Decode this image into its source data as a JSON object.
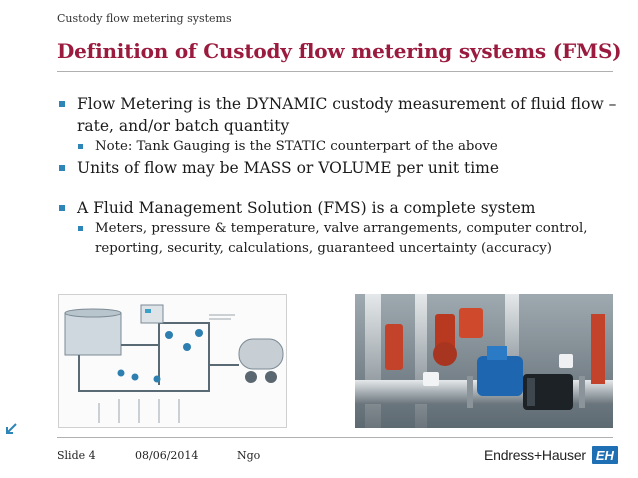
{
  "header": {
    "section_label": "Custody flow metering systems"
  },
  "title": "Definition of Custody flow metering systems (FMS)",
  "bullets": {
    "b1": "Flow Metering is the DYNAMIC custody measurement of fluid flow – rate, and/or batch quantity",
    "b1_sub": "Note: Tank Gauging is the STATIC counterpart of the above",
    "b2": "Units of flow may be MASS or VOLUME per unit time",
    "b3": "A Fluid Management Solution (FMS) is a complete system",
    "b3_sub": "Meters, pressure & temperature, valve arrangements, computer control, reporting, security, calculations, guaranteed uncertainty (accuracy)"
  },
  "footer": {
    "slide": "Slide 4",
    "date": "08/06/2014",
    "author": "Ngo"
  },
  "logo": {
    "text": "Endress+Hauser",
    "mark": "EH"
  },
  "colors": {
    "title": "#9b1b3f",
    "bullet": "#2e86b8",
    "logo": "#1f6fb5"
  },
  "icons": {
    "corner": "arrow-down-left-icon"
  }
}
